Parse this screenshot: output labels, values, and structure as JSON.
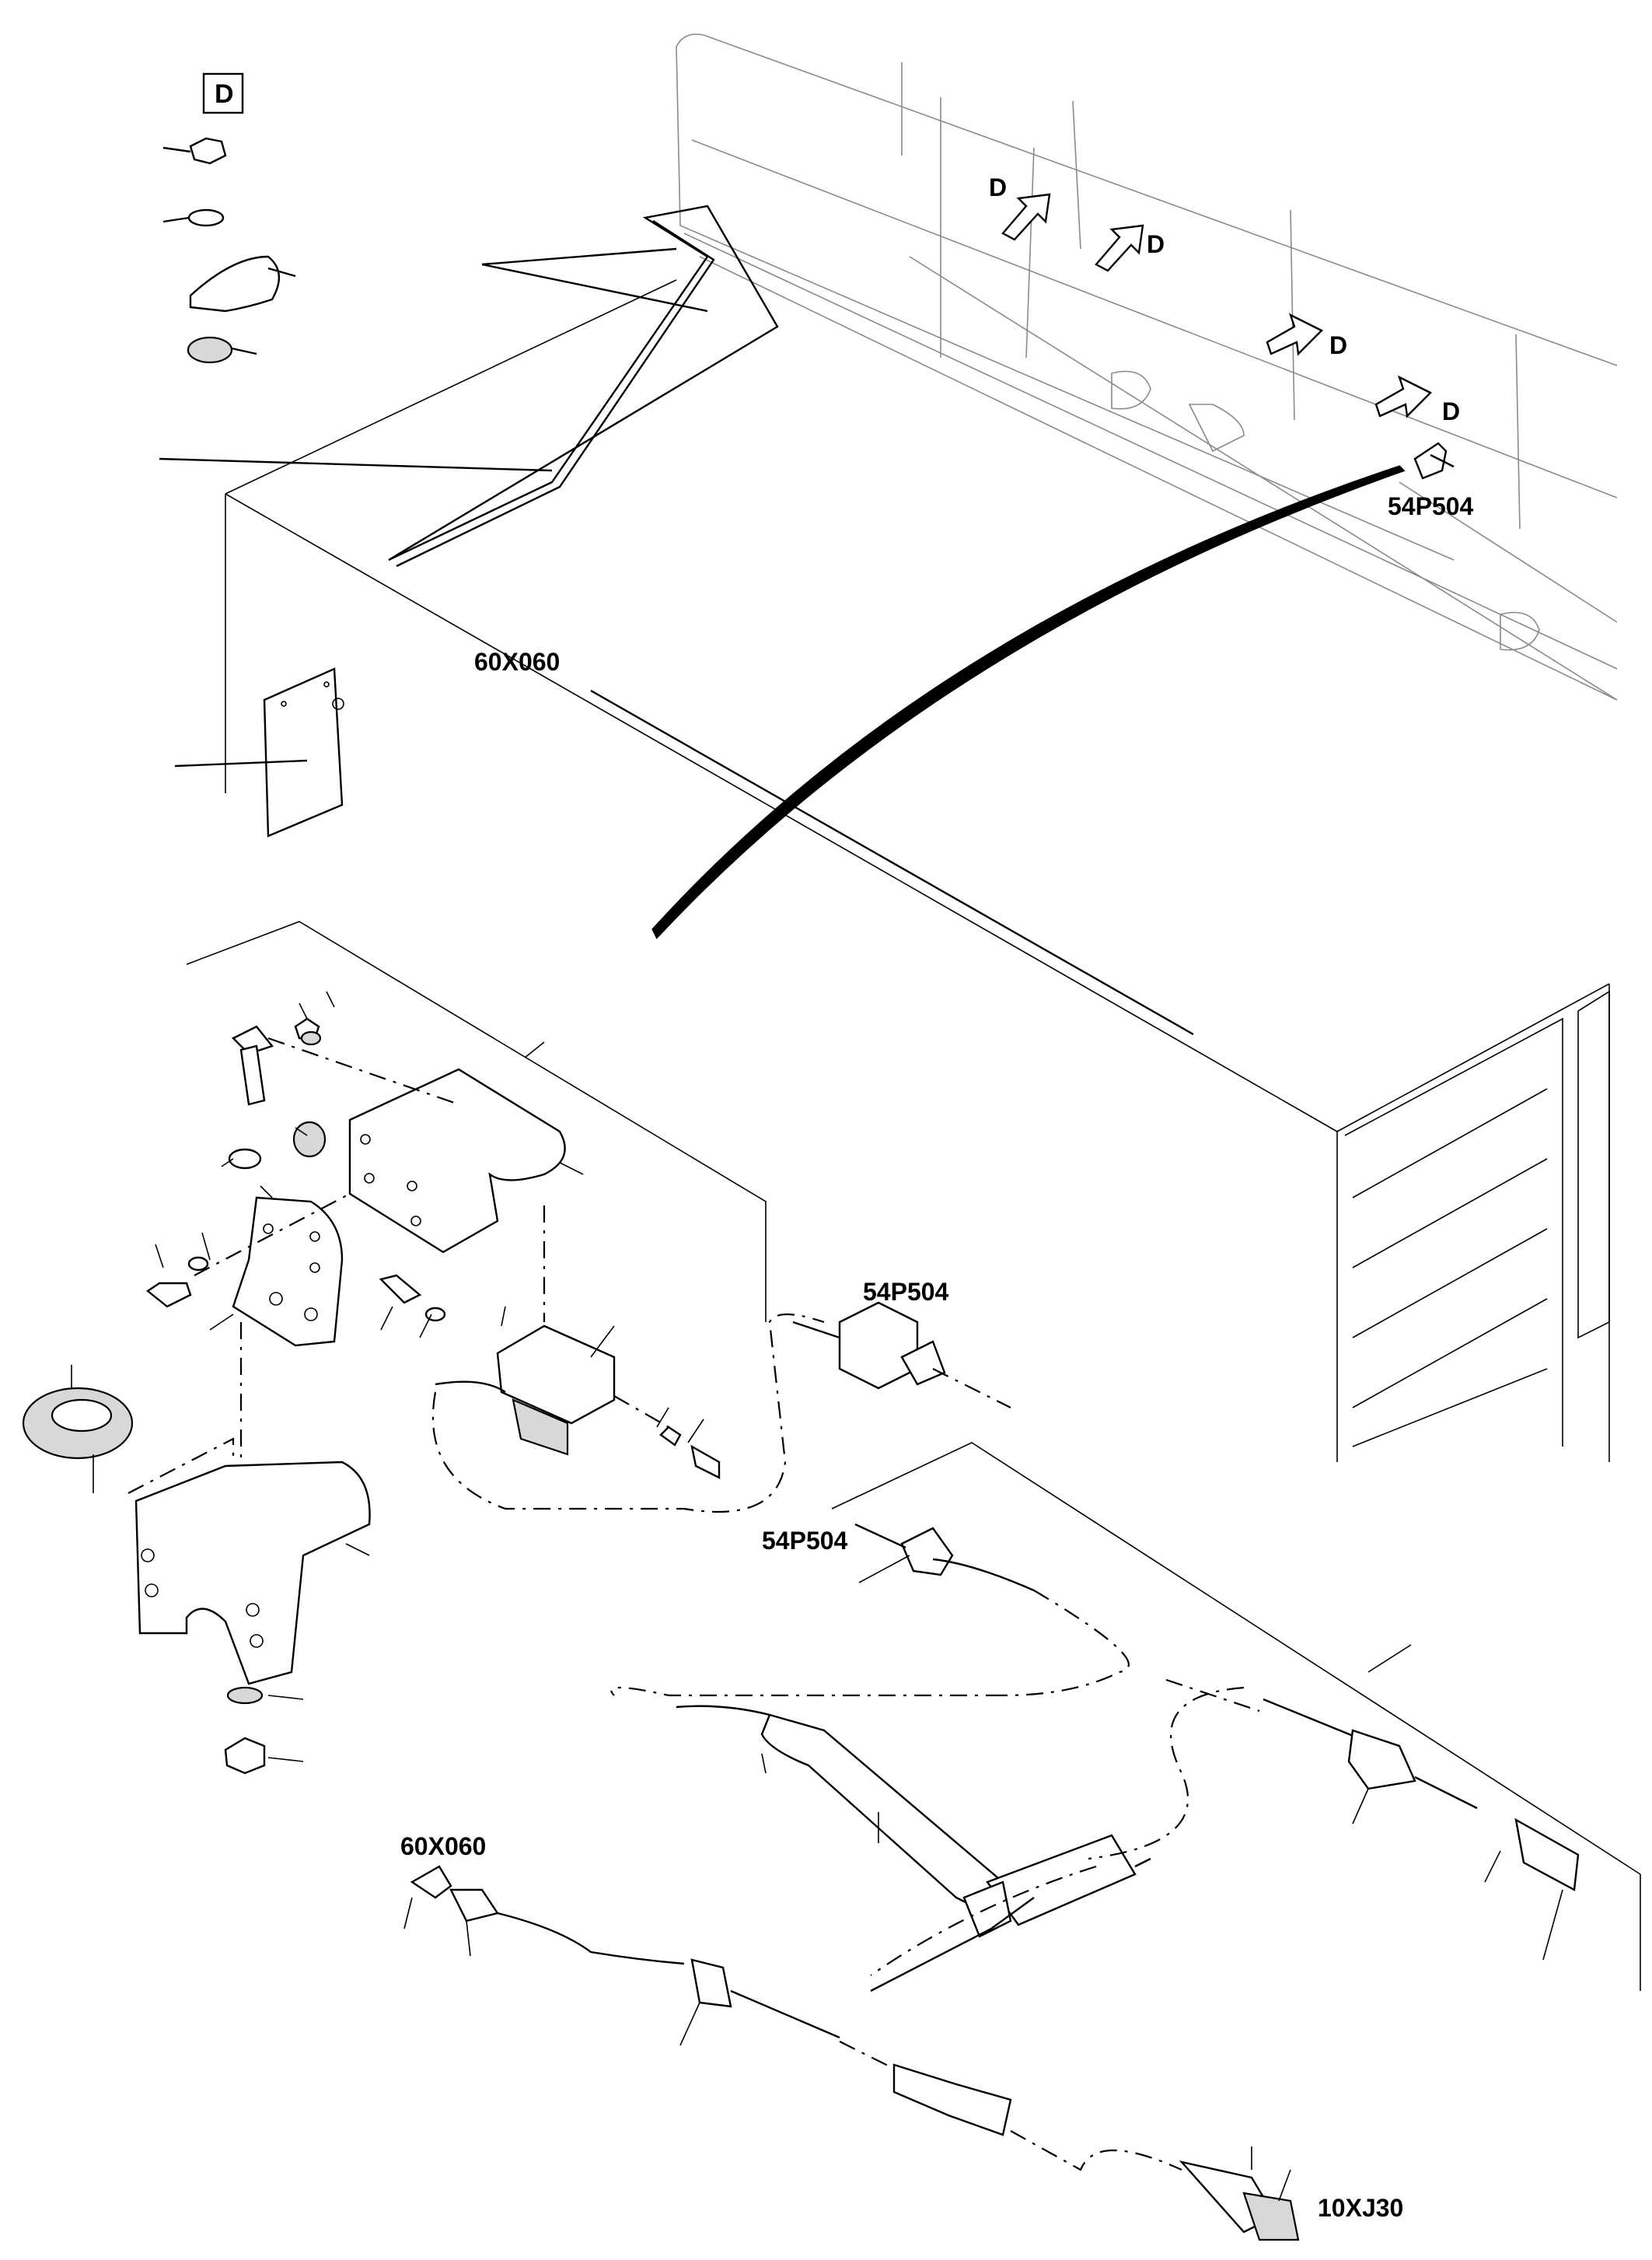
{
  "detail_marker": "D",
  "view_arrows": [
    "D",
    "D",
    "D",
    "D"
  ],
  "labels": {
    "sensor_top": "54P504",
    "connector_mid": "54P504",
    "connector_lower": "54P504",
    "harness_top": "60X060",
    "harness_bottom": "60X060",
    "main_connector": "10XJ30"
  }
}
